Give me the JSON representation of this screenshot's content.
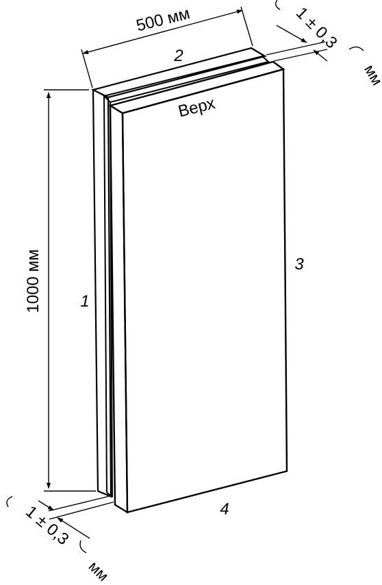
{
  "dimensions": {
    "width": "500 мм",
    "height": "1000 мм",
    "gap_top_value": "1 ± 0,3",
    "gap_top_unit": "мм",
    "gap_bottom_value": "1 ± 0,3",
    "gap_bottom_unit": "мм"
  },
  "labels": {
    "top_face": "Верх",
    "edge_1": "1",
    "edge_2": "2",
    "edge_3": "3",
    "edge_4": "4"
  },
  "colors": {
    "line": "#000000",
    "background": "#ffffff"
  }
}
